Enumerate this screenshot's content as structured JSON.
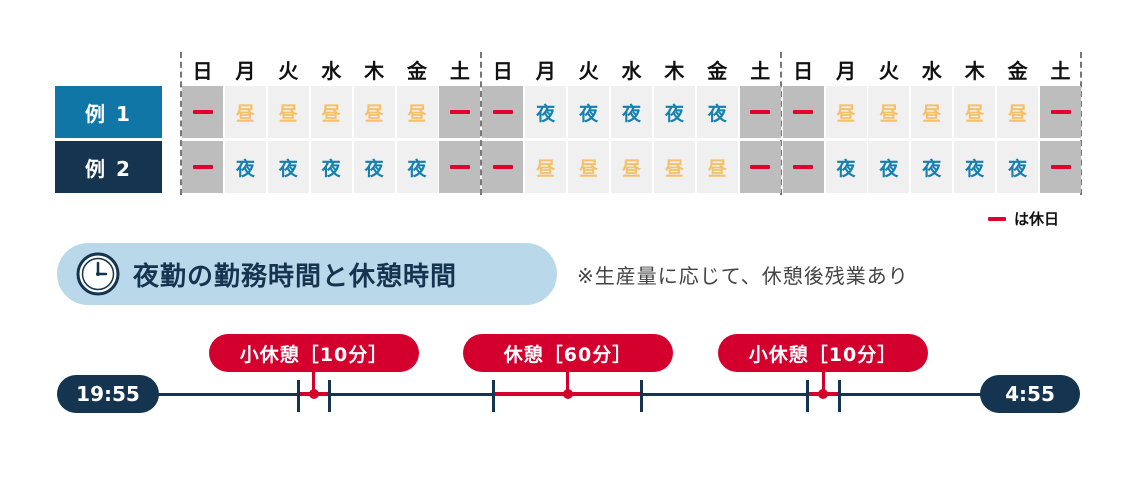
{
  "calendar": {
    "days": [
      "日",
      "月",
      "火",
      "水",
      "木",
      "金",
      "土",
      "日",
      "月",
      "火",
      "水",
      "木",
      "金",
      "土",
      "日",
      "月",
      "火",
      "水",
      "木",
      "金",
      "土"
    ],
    "rows": [
      {
        "label": "例 1",
        "color": "#0f76a6",
        "cells": [
          "off",
          "昼",
          "昼",
          "昼",
          "昼",
          "昼",
          "off",
          "off",
          "夜",
          "夜",
          "夜",
          "夜",
          "夜",
          "off",
          "off",
          "昼",
          "昼",
          "昼",
          "昼",
          "昼",
          "off"
        ]
      },
      {
        "label": "例 2",
        "color": "#14344f",
        "cells": [
          "off",
          "夜",
          "夜",
          "夜",
          "夜",
          "夜",
          "off",
          "off",
          "昼",
          "昼",
          "昼",
          "昼",
          "昼",
          "off",
          "off",
          "夜",
          "夜",
          "夜",
          "夜",
          "夜",
          "off"
        ]
      }
    ],
    "legend": "は休日"
  },
  "section": {
    "title": "夜勤の勤務時間と休憩時間",
    "note": "※生産量に応じて、休憩後残業あり",
    "icon": "clock-icon"
  },
  "timeline": {
    "start": "19:55",
    "end": "4:55",
    "breaks": [
      {
        "label": "小休憩［10分］"
      },
      {
        "label": "休憩［60分］"
      },
      {
        "label": "小休憩［10分］"
      }
    ]
  },
  "colors": {
    "holiday_dash": "#e3002d",
    "night": "#1480b0",
    "day": "#f5c06a",
    "navy": "#14344f",
    "break": "#d3002d",
    "pill_bg": "#b9d9ea"
  }
}
